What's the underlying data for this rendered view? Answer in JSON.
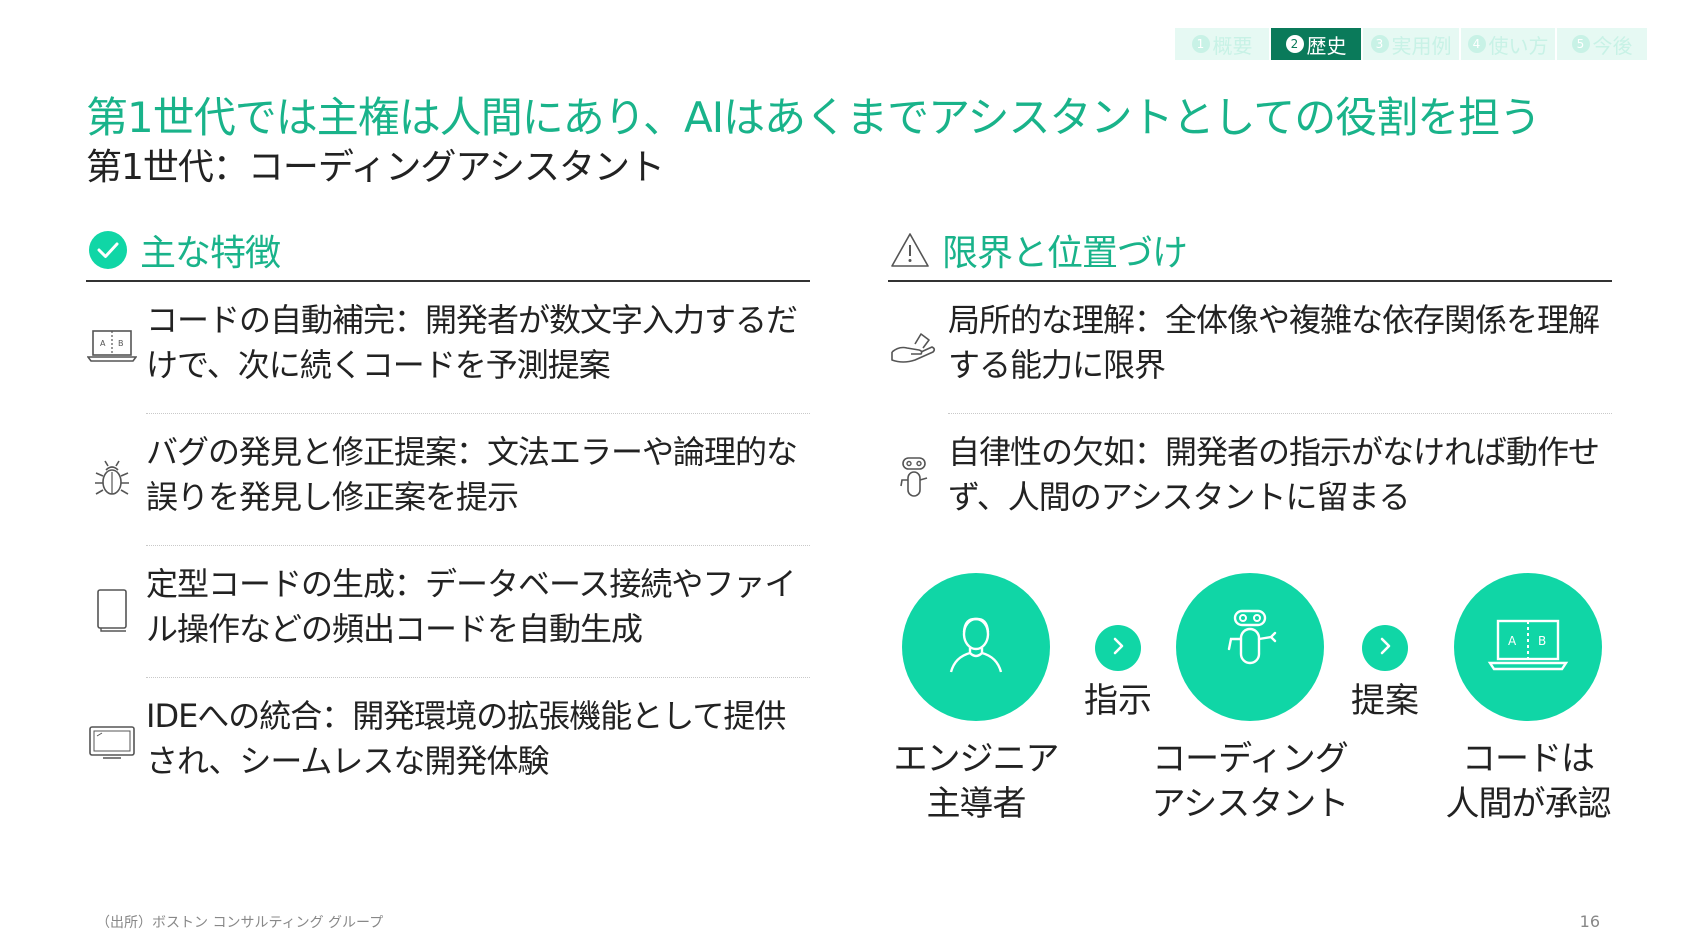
{
  "nav": {
    "tabs": [
      {
        "num": "1",
        "label": "概要"
      },
      {
        "num": "2",
        "label": "歴史"
      },
      {
        "num": "3",
        "label": "実用例"
      },
      {
        "num": "4",
        "label": "使い方"
      },
      {
        "num": "5",
        "label": "今後"
      }
    ],
    "active_index": 1
  },
  "title": "第1世代では主権は人間にあり、AIはあくまでアシスタントとしての役割を担う",
  "subtitle": "第1世代：コーディングアシスタント",
  "left": {
    "heading": "主な特徴",
    "heading_icon": "check-circle-icon",
    "items": [
      {
        "icon": "ab-laptop-icon",
        "text": "コードの自動補完：開発者が数文字入力するだけで、次に続くコードを予測提案"
      },
      {
        "icon": "bug-icon",
        "text": "バグの発見と修正提案：文法エラーや論理的な誤りを発見し修正案を提示"
      },
      {
        "icon": "document-icon",
        "text": "定型コードの生成：データベース接続やファイル操作などの頻出コードを自動生成"
      },
      {
        "icon": "monitor-icon",
        "text": "IDEへの統合：開発環境の拡張機能として提供され、シームレスな開発体験"
      }
    ]
  },
  "right": {
    "heading": "限界と位置づけ",
    "heading_icon": "warning-triangle-icon",
    "items": [
      {
        "icon": "hand-icon",
        "text": "局所的な理解：全体像や複雑な依存関係を理解する能力に限界"
      },
      {
        "icon": "robot-icon",
        "text": "自律性の欠如：開発者の指示がなければ動作せず、人間のアシスタントに留まる"
      }
    ]
  },
  "flow": {
    "nodes": [
      {
        "icon": "person-icon",
        "label_line1": "エンジニア",
        "label_line2": "主導者"
      },
      {
        "icon": "robot-icon",
        "label_line1": "コーディング",
        "label_line2": "アシスタント"
      },
      {
        "icon": "ab-laptop-icon",
        "label_line1": "コードは",
        "label_line2": "人間が承認"
      }
    ],
    "arrows": [
      {
        "icon": "chevron-right-icon",
        "label": "指示"
      },
      {
        "icon": "chevron-right-icon",
        "label": "提案"
      }
    ]
  },
  "colors": {
    "accent": "#10d6a6",
    "title_green": "#19b38a",
    "nav_active": "#0a7a5a"
  },
  "footer": {
    "source": "（出所）ボストン コンサルティング グループ",
    "page_number": "16"
  }
}
